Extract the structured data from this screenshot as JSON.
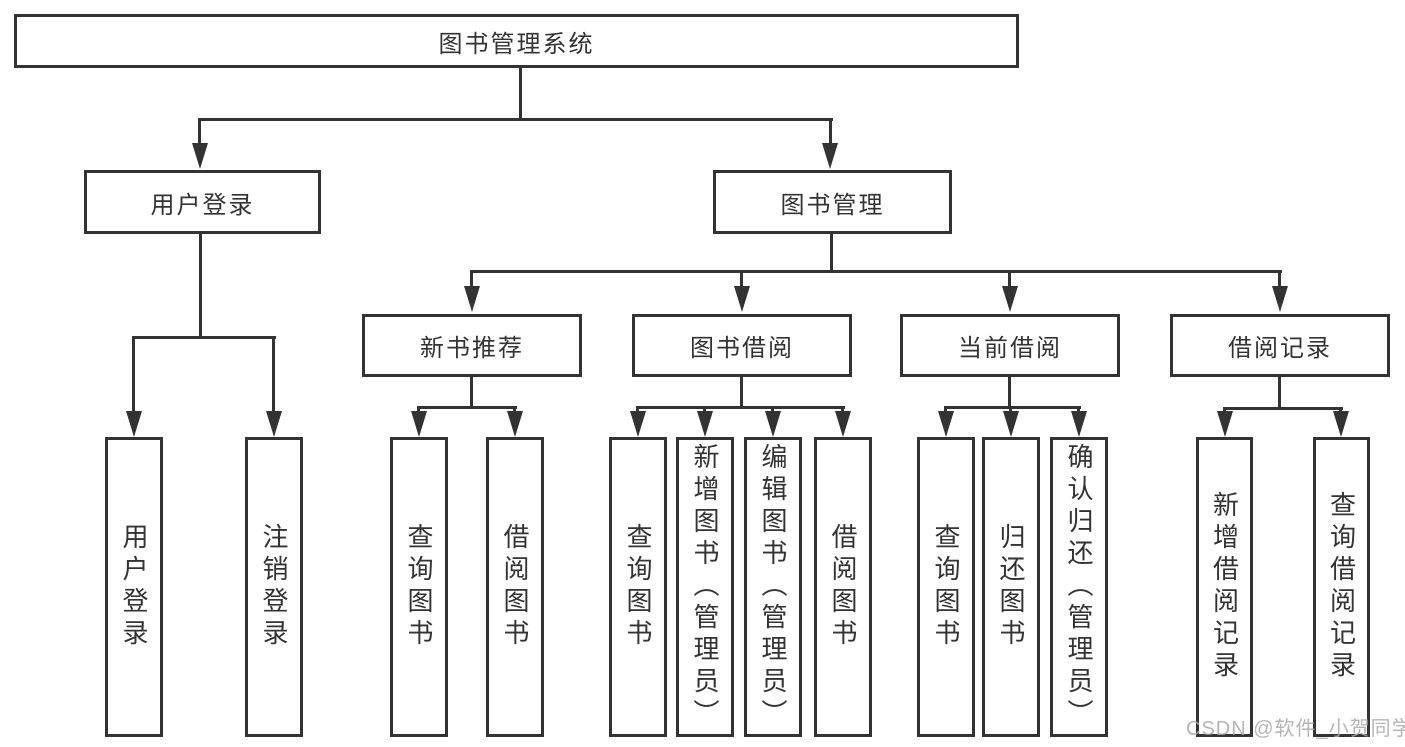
{
  "colors": {
    "line": "#333333",
    "text": "#333333",
    "box_background": "#ffffff",
    "page_background": "#ffffff",
    "watermark": "#a9a9a9"
  },
  "watermark": {
    "text": "CSDN @软件_小贺同学"
  },
  "tree": {
    "root": {
      "label": "图书管理系统"
    },
    "level2": [
      {
        "label": "用户登录",
        "children": [
          "用户登录",
          "注销登录"
        ]
      },
      {
        "label": "图书管理"
      }
    ],
    "level3": [
      {
        "label": "新书推荐",
        "children": [
          "查询图书",
          "借阅图书"
        ]
      },
      {
        "label": "图书借阅",
        "children": [
          "查询图书",
          "新增图书（管理员）",
          "编辑图书（管理员）",
          "借阅图书"
        ]
      },
      {
        "label": "当前借阅",
        "children": [
          "查询图书",
          "归还图书",
          "确认归还（管理员）"
        ]
      },
      {
        "label": "借阅记录",
        "children": [
          "新增借阅记录",
          "查询借阅记录"
        ]
      }
    ]
  }
}
